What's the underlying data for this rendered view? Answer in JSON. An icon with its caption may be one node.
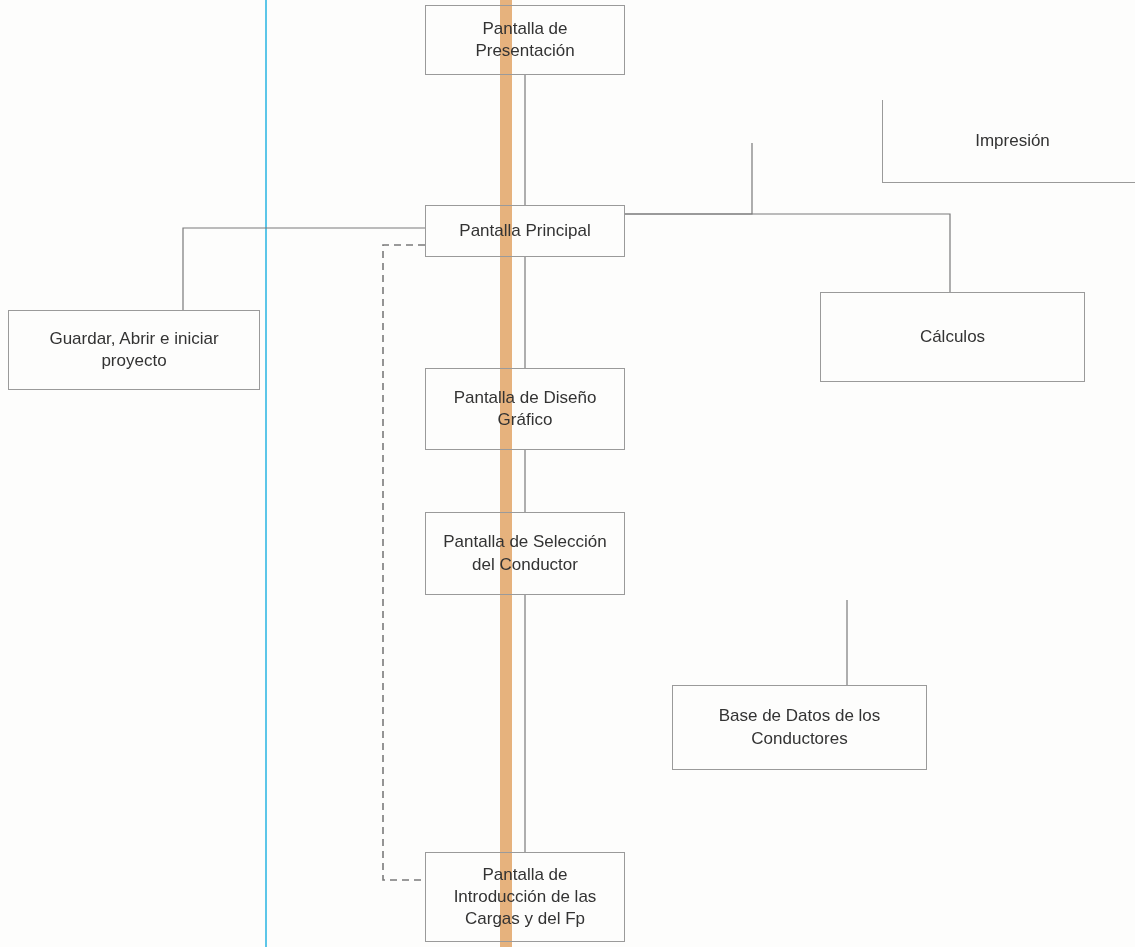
{
  "diagram": {
    "nodes": [
      {
        "text": [
          "Pantalla de Presentación"
        ]
      },
      {
        "text": [
          "Impresión"
        ]
      },
      {
        "text": [
          "Pantalla Principal"
        ]
      },
      {
        "text": [
          "Guardar, Abrir e iniciar proyecto"
        ]
      },
      {
        "text": [
          "Cálculos"
        ]
      },
      {
        "text": [
          "Pantalla de Diseño Gráfico"
        ]
      },
      {
        "text": [
          "Pantalla de Selección del Conductor"
        ]
      },
      {
        "text": [
          "Base de Datos de los Conductores"
        ]
      },
      {
        "text": [
          "Pantalla de Introducción de las Cargas y del Fp"
        ]
      }
    ],
    "edges": [
      {
        "from": 0,
        "to": 2,
        "arrow": "none"
      },
      {
        "from": 2,
        "to": null,
        "arrow": "none"
      },
      {
        "from": 2,
        "to": 4,
        "arrow": "none"
      },
      {
        "from": 2,
        "to": 3,
        "arrow": "none"
      },
      {
        "from": 2,
        "to": 5,
        "arrow": "none"
      },
      {
        "from": 5,
        "to": 6,
        "arrow": "none"
      },
      {
        "from": 6,
        "to": 8,
        "arrow": "none"
      },
      {
        "from": 7,
        "to": null,
        "arrow": "none"
      },
      {
        "from": 2,
        "to": 8,
        "arrow": "none",
        "style": "dashed"
      }
    ]
  }
}
